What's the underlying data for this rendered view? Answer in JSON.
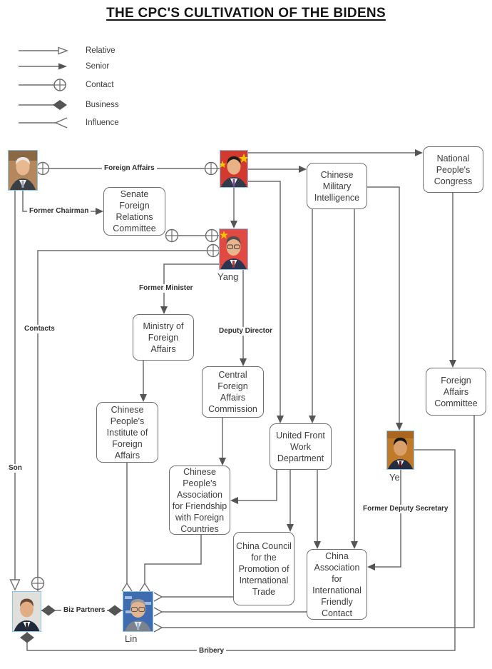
{
  "title": "THE CPC'S CULTIVATION OF THE BIDENS",
  "legend": {
    "items": [
      {
        "label": "Relative",
        "marker": "open-arrow-icon"
      },
      {
        "label": "Senior",
        "marker": "filled-arrow-icon"
      },
      {
        "label": "Contact",
        "marker": "circle-plus-icon"
      },
      {
        "label": "Business",
        "marmarker": "filled-diamond-icon",
        "marker": "filled-diamond-icon"
      },
      {
        "label": "Influence",
        "marker": "open-chevron-icon"
      }
    ]
  },
  "people": {
    "yang": {
      "label": "Yang"
    },
    "ye": {
      "label": "Ye"
    },
    "lin": {
      "label": "Lin"
    }
  },
  "orgs": {
    "senate": "Senate Foreign Relations Committee",
    "cmi": "Chinese Military Intelligence",
    "npc": "National People's Congress",
    "mfa": "Ministry of Foreign Affairs",
    "cfac": "Central Foreign Affairs Commission",
    "cpifa": "Chinese People's Institute of Foreign Affairs",
    "ufwd": "United Front Work Department",
    "fac": "Foreign Affairs Committee",
    "cpaffc": "Chinese People's Association for Friendship with Foreign Countries",
    "ccpit": "China Council for the Promotion of International Trade",
    "caifc": "China Association for International Friendly Contact"
  },
  "edge_labels": {
    "foreign_affairs": "Foreign Affairs",
    "former_chairman": "Former Chairman",
    "former_minister": "Former Minister",
    "deputy_director": "Deputy Director",
    "contacts": "Contacts",
    "son": "Son",
    "former_deputy_secretary": "Former Deputy Secretary",
    "biz_partners": "Biz Partners",
    "bribery": "Bribery"
  },
  "colors": {
    "line": "#6d6d6d",
    "marker_fill": "#555555",
    "box_border": "#6f6f6f",
    "text": "#3d3d3d",
    "photo_border": "#8fc3e4"
  }
}
